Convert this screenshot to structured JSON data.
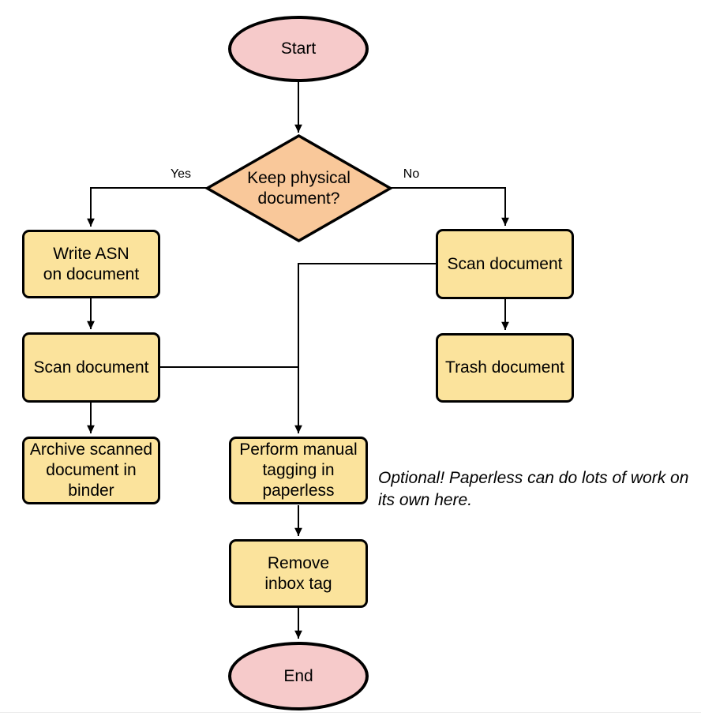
{
  "diagram": {
    "type": "flowchart",
    "nodes": {
      "start": {
        "label": "Start",
        "shape": "terminator",
        "fill": "#f6caca"
      },
      "decision": {
        "label": "Keep physical\ndocument?",
        "shape": "decision",
        "fill": "#f9c89a"
      },
      "write_asn": {
        "label": "Write ASN\non document",
        "shape": "process",
        "fill": "#fbe39c"
      },
      "scan_left": {
        "label": "Scan document",
        "shape": "process",
        "fill": "#fbe39c"
      },
      "archive": {
        "label": "Archive scanned\ndocument in\nbinder",
        "shape": "process",
        "fill": "#fbe39c"
      },
      "scan_right": {
        "label": "Scan document",
        "shape": "process",
        "fill": "#fbe39c"
      },
      "trash": {
        "label": "Trash document",
        "shape": "process",
        "fill": "#fbe39c"
      },
      "tagging": {
        "label": "Perform manual\ntagging in\npaperless",
        "shape": "process",
        "fill": "#fbe39c"
      },
      "remove_inbox": {
        "label": "Remove\ninbox tag",
        "shape": "process",
        "fill": "#fbe39c"
      },
      "end": {
        "label": "End",
        "shape": "terminator",
        "fill": "#f6caca"
      }
    },
    "edge_labels": {
      "yes": "Yes",
      "no": "No"
    },
    "edges": [
      {
        "from": "start",
        "to": "decision",
        "label": ""
      },
      {
        "from": "decision",
        "to": "write_asn",
        "label": "Yes"
      },
      {
        "from": "decision",
        "to": "scan_right",
        "label": "No"
      },
      {
        "from": "write_asn",
        "to": "scan_left",
        "label": ""
      },
      {
        "from": "scan_left",
        "to": "archive",
        "label": ""
      },
      {
        "from": "scan_left",
        "to": "tagging",
        "label": ""
      },
      {
        "from": "scan_right",
        "to": "trash",
        "label": ""
      },
      {
        "from": "scan_right",
        "to": "tagging",
        "label": ""
      },
      {
        "from": "tagging",
        "to": "remove_inbox",
        "label": ""
      },
      {
        "from": "remove_inbox",
        "to": "end",
        "label": ""
      }
    ],
    "annotation": "Optional! Paperless can do lots of work on\nits own here.",
    "colors": {
      "terminator_fill": "#f6caca",
      "decision_fill": "#f9c89a",
      "process_fill": "#fbe39c",
      "stroke": "#000000",
      "text": "#000000",
      "background": "#ffffff"
    }
  }
}
